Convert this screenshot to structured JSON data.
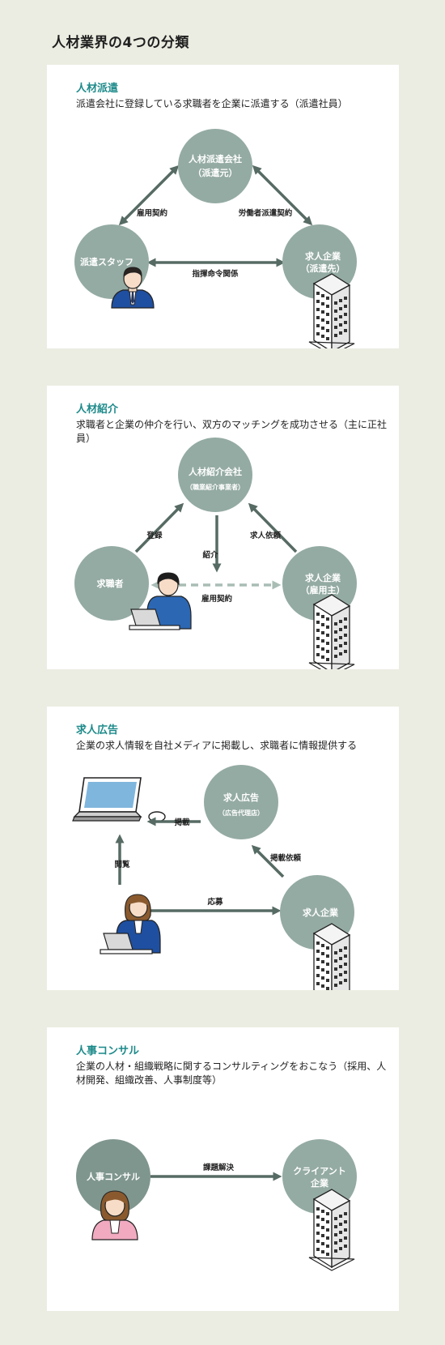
{
  "page_title": "人材業界の4つの分類",
  "colors": {
    "accent": "#1d8a8a",
    "circle": "#94aba3",
    "arrow": "#566b63",
    "dashed": "#a9bdb5",
    "background": "#ecede2"
  },
  "sections": [
    {
      "title": "人材派遣",
      "desc": "派遣会社に登録している求職者を企業に派遣する（派遣社員）",
      "nodes": {
        "top_line1": "人材派遣会社",
        "top_line2": "（派遣元）",
        "left": "派遣スタッフ",
        "right_line1": "求人企業",
        "right_line2": "（派遣先）"
      },
      "edges": {
        "left": "雇用契約",
        "right": "労働者派遣契約",
        "bottom": "指揮命令関係"
      }
    },
    {
      "title": "人材紹介",
      "desc": "求職者と企業の仲介を行い、双方のマッチングを成功させる（主に正社員）",
      "nodes": {
        "top_line1": "人材紹介会社",
        "top_line2": "（職業紹介事業者）",
        "left": "求職者",
        "right_line1": "求人企業",
        "right_line2": "（雇用主）"
      },
      "edges": {
        "left": "登録",
        "right": "求人依頼",
        "center": "紹介",
        "bottom": "雇用契約"
      }
    },
    {
      "title": "求人広告",
      "desc": "企業の求人情報を自社メディアに掲載し、求職者に情報提供する",
      "nodes": {
        "ad_line1": "求人広告",
        "ad_line2": "（広告代理店）",
        "company": "求人企業"
      },
      "edges": {
        "to_pc": "掲載",
        "from_company": "掲載依頼",
        "view": "閲覧",
        "apply": "応募"
      }
    },
    {
      "title": "人事コンサル",
      "desc": "企業の人材・組織戦略に関するコンサルティングをおこなう（採用、人材開発、組織改善、人事制度等）",
      "nodes": {
        "left": "人事コンサル",
        "right_line1": "クライアント",
        "right_line2": "企業"
      },
      "edges": {
        "center": "課題解決"
      }
    }
  ]
}
